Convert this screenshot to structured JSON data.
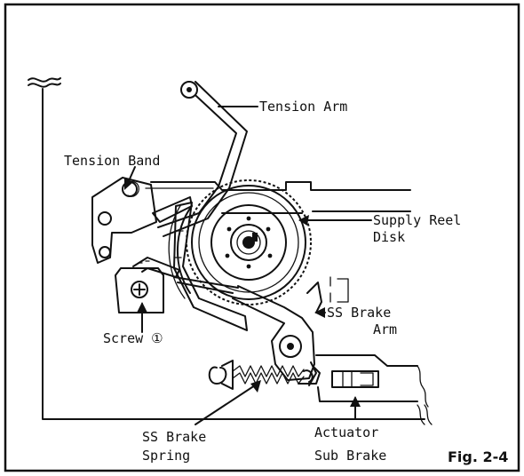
{
  "labels": {
    "tension_arm": "Tension Arm",
    "tension_band": "Tension Band",
    "supply_reel_1": "Supply Reel",
    "supply_reel_2": "Disk",
    "ss_brake_arm_1": "SS Brake",
    "ss_brake_arm_2": "Arm",
    "screw": "Screw ①",
    "ss_brake_spring_1": "SS Brake",
    "ss_brake_spring_2": "Spring",
    "actuator_1": "Actuator",
    "actuator_2": "Sub Brake",
    "figure": "Fig. 2-4"
  }
}
